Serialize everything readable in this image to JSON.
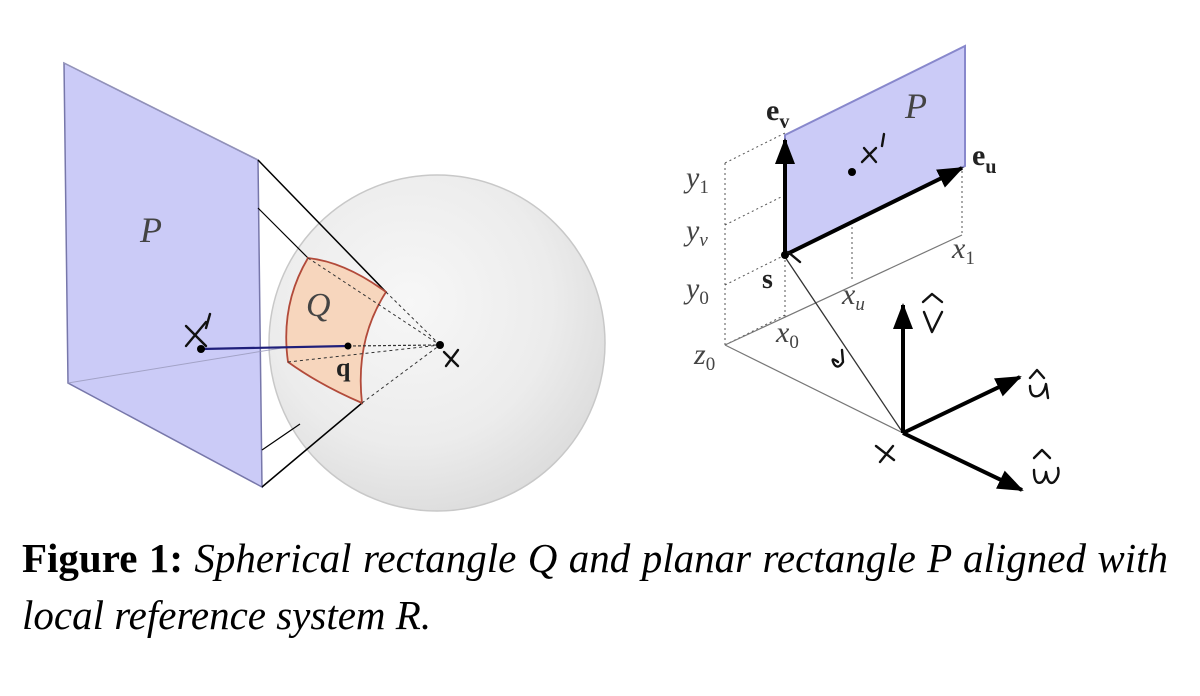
{
  "figure": {
    "left_panel": {
      "plane_label": "P",
      "spherical_rect_label": "Q",
      "point_q_label": "q"
    },
    "right_panel": {
      "plane_label": "P",
      "axis_ev_label": "e",
      "axis_ev_sub": "v",
      "axis_eu_label": "e",
      "axis_eu_sub": "u",
      "corner_s_label": "s",
      "y1_label": "y",
      "y1_sub": "1",
      "yv_label": "y",
      "yv_sub": "v",
      "y0_label": "y",
      "y0_sub": "0",
      "z0_label": "z",
      "z0_sub": "0",
      "x0_label": "x",
      "x0_sub": "0",
      "xu_label": "x",
      "xu_sub": "u",
      "x1_label": "x",
      "x1_sub": "1"
    }
  },
  "caption": {
    "label": "Figure 1:",
    "text": "Spherical rectangle Q and planar rectangle P aligned with local reference system R."
  }
}
